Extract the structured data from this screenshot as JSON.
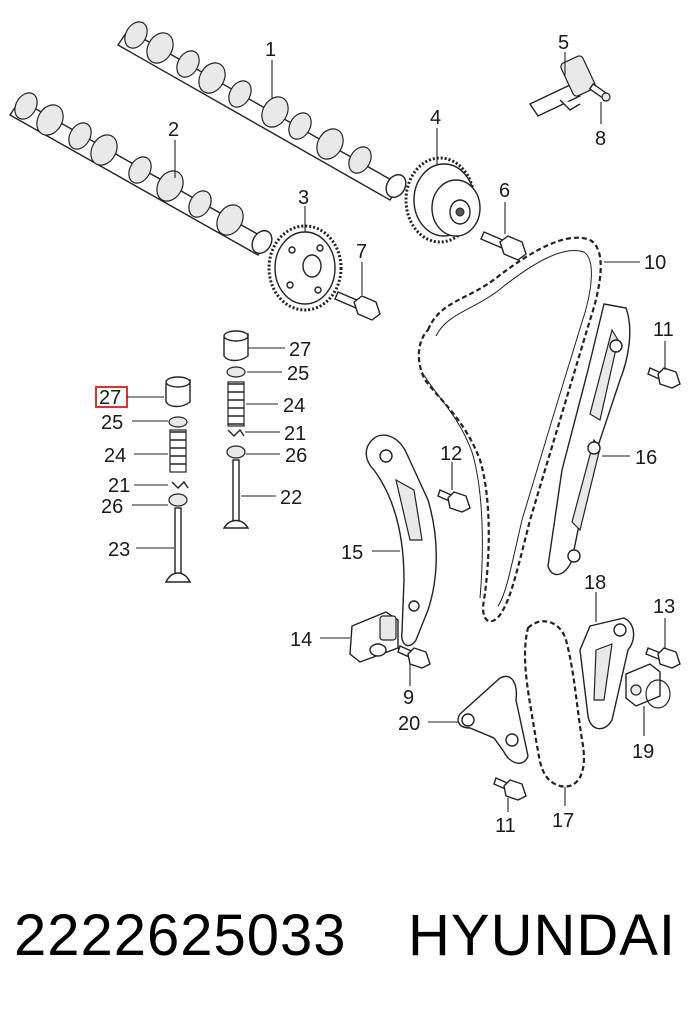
{
  "callouts": {
    "c1": "1",
    "c2": "2",
    "c3": "3",
    "c4": "4",
    "c5": "5",
    "c6": "6",
    "c7": "7",
    "c8": "8",
    "c9": "9",
    "c10": "10",
    "c11a": "11",
    "c11b": "11",
    "c12": "12",
    "c13": "13",
    "c14": "14",
    "c15": "15",
    "c16": "16",
    "c17": "17",
    "c18": "18",
    "c19": "19",
    "c20": "20",
    "c21a": "21",
    "c21b": "21",
    "c22": "22",
    "c23": "23",
    "c24a": "24",
    "c24b": "24",
    "c25a": "25",
    "c25b": "25",
    "c26a": "26",
    "c26b": "26",
    "c27a": "27",
    "c27b": "27"
  },
  "highlighted_callout": "27",
  "footer": {
    "part_number": "2222625033",
    "brand": "HYUNDAI"
  }
}
